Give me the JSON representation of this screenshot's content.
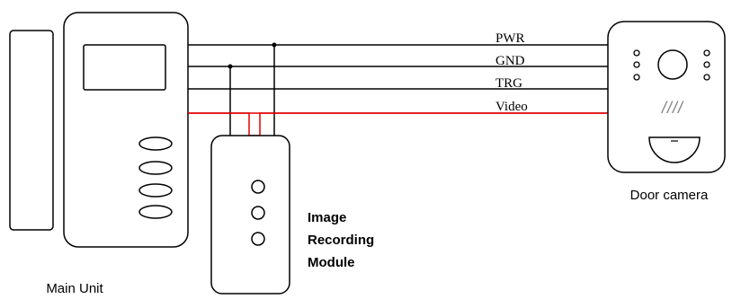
{
  "wires": [
    {
      "label": "PWR",
      "color": "#000000"
    },
    {
      "label": "GND",
      "color": "#000000"
    },
    {
      "label": "TRG",
      "color": "#000000"
    },
    {
      "label": "Video",
      "color": "#e00000"
    }
  ],
  "main_unit": {
    "caption": "Main Unit"
  },
  "recording_module": {
    "label_lines": [
      "Image",
      "Recording",
      "Module"
    ]
  },
  "door_camera": {
    "caption": "Door camera",
    "grille_text": "////"
  },
  "colors": {
    "line": "#000000",
    "video": "#e00000",
    "background": "#ffffff"
  }
}
